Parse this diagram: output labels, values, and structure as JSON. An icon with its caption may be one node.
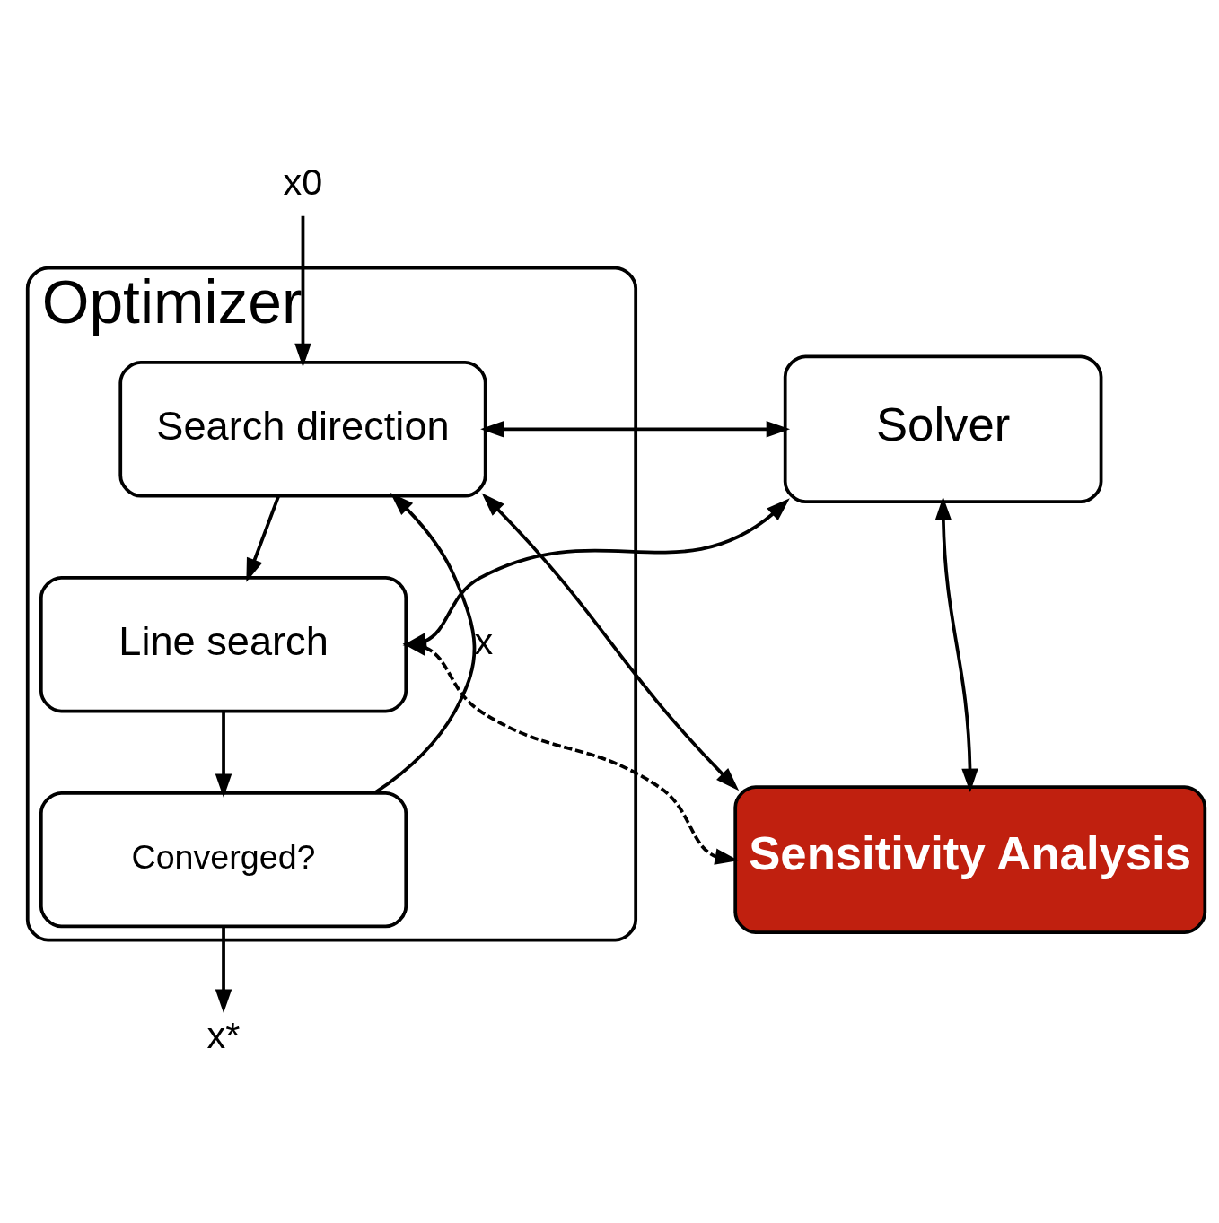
{
  "diagram": {
    "nodes": [
      {
        "text": [
          "Optimizer"
        ]
      },
      {
        "text": [
          "Search direction"
        ],
        "in": 0
      },
      {
        "text": [
          "Line search"
        ],
        "in": 0
      },
      {
        "text": [
          "Converged?"
        ],
        "in": 0
      },
      {
        "text": [
          "Solver"
        ]
      },
      {
        "text": [
          "Sensitivity Analysis"
        ]
      },
      {
        "text": [
          "x0"
        ]
      },
      {
        "text": [
          "x*"
        ]
      }
    ],
    "edges": [
      {
        "from": 6,
        "to": 1,
        "arrow": "to"
      },
      {
        "from": 1,
        "to": 2,
        "arrow": "to"
      },
      {
        "from": 2,
        "to": 3,
        "arrow": "to"
      },
      {
        "from": 3,
        "to": 1,
        "arrow": "to",
        "label": "x"
      },
      {
        "from": 1,
        "to": 4,
        "arrow": "both"
      },
      {
        "from": 4,
        "to": 2,
        "arrow": "both"
      },
      {
        "from": 1,
        "to": 5,
        "arrow": "both"
      },
      {
        "from": 4,
        "to": 5,
        "arrow": "both"
      },
      {
        "from": 2,
        "to": 5,
        "arrow": "both",
        "style": "dashed"
      },
      {
        "from": 3,
        "to": 7,
        "arrow": "to"
      }
    ]
  }
}
